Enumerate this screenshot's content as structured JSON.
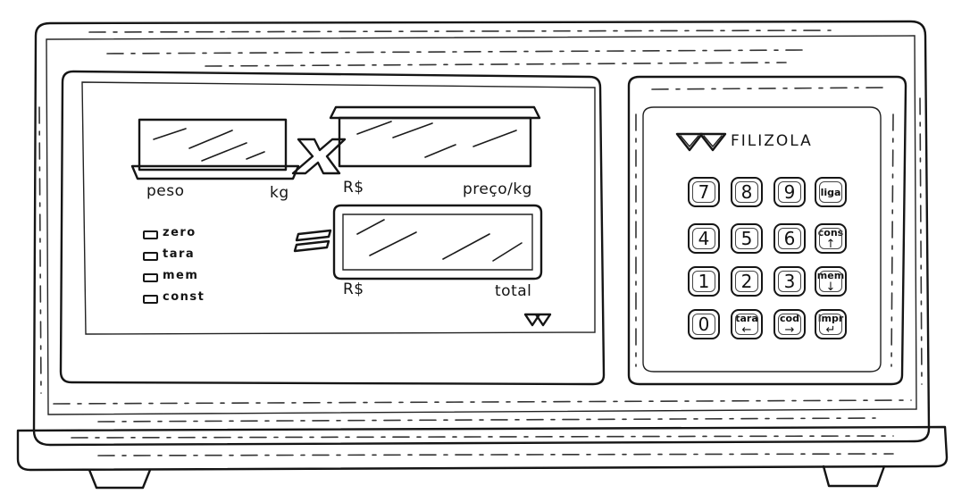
{
  "device": {
    "brand": "FILIZOLA",
    "brand_logo_icon": "filizola-logo-icon",
    "operator_x": "X",
    "operator_eq": "="
  },
  "displays": {
    "weight": {
      "left_label": "peso",
      "right_label": "kg"
    },
    "price": {
      "left_label": "R$",
      "right_label": "preço/kg"
    },
    "total": {
      "left_label": "R$",
      "right_label": "total"
    }
  },
  "indicators": [
    {
      "name": "zero",
      "label": "zero"
    },
    {
      "name": "tara",
      "label": "tara"
    },
    {
      "name": "mem",
      "label": "mem"
    },
    {
      "name": "const",
      "label": "const"
    }
  ],
  "keypad": {
    "rows": [
      [
        {
          "label": "7",
          "icon": ""
        },
        {
          "label": "8",
          "icon": ""
        },
        {
          "label": "9",
          "icon": ""
        },
        {
          "label": "liga",
          "icon": ""
        }
      ],
      [
        {
          "label": "4",
          "icon": ""
        },
        {
          "label": "5",
          "icon": ""
        },
        {
          "label": "6",
          "icon": ""
        },
        {
          "label": "cons",
          "icon": "arrow-up-icon",
          "glyph": "↑"
        }
      ],
      [
        {
          "label": "1",
          "icon": ""
        },
        {
          "label": "2",
          "icon": ""
        },
        {
          "label": "3",
          "icon": ""
        },
        {
          "label": "mem",
          "icon": "arrow-down-icon",
          "glyph": "↓"
        }
      ],
      [
        {
          "label": "0",
          "icon": ""
        },
        {
          "label": "tara",
          "icon": "arrow-left-icon",
          "glyph": "←"
        },
        {
          "label": "cod",
          "icon": "arrow-right-icon",
          "glyph": "→"
        },
        {
          "label": "impr",
          "icon": "enter-icon",
          "glyph": "↵"
        }
      ]
    ]
  }
}
